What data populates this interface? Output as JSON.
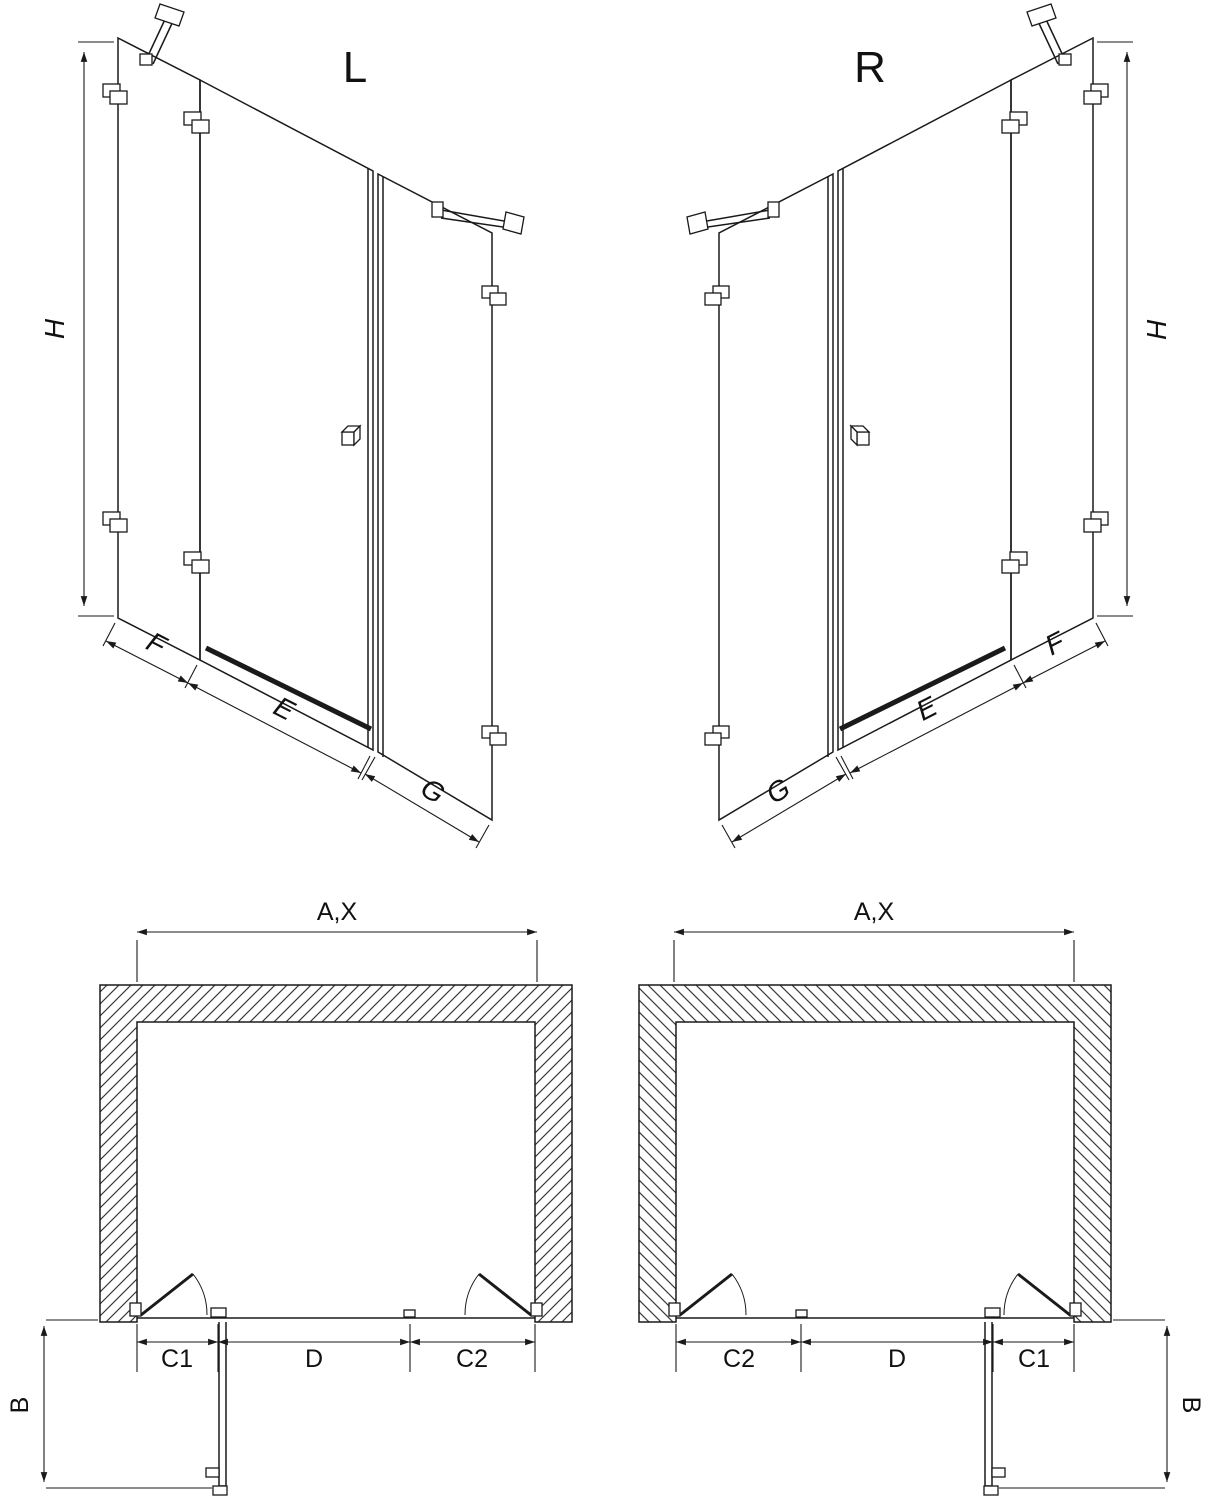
{
  "page": {
    "background": "#ffffff",
    "ink_color": "#1a1a1a"
  },
  "views": {
    "iso_left": {
      "title": "L"
    },
    "iso_right": {
      "title": "R"
    }
  },
  "dimensions": {
    "height": "H",
    "wall_panel": "F",
    "door_panel": "E",
    "side_panel": "G",
    "opening_width": "A,X",
    "c1": "C1",
    "door_width": "D",
    "c2": "C2",
    "door_projection": "B"
  }
}
